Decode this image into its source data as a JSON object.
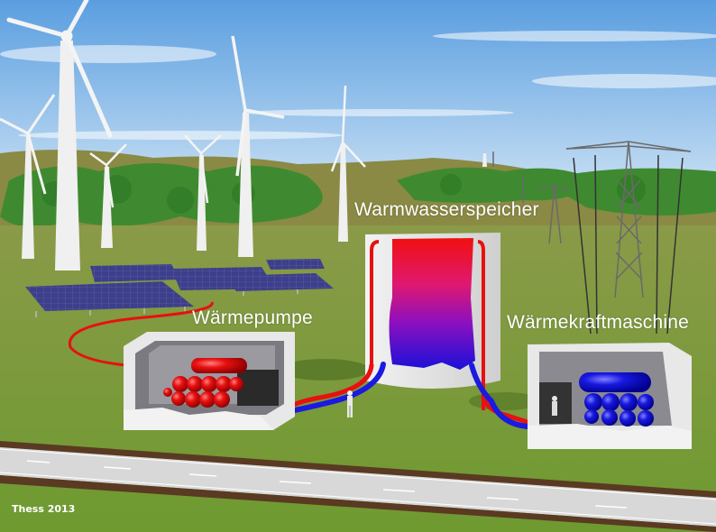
{
  "labels": {
    "storage": "Warmwasserspeicher",
    "heat_pump": "Wärmepumpe",
    "heat_engine": "Wärmekraftmaschine"
  },
  "credit": "Thess 2013",
  "colors": {
    "sky_top": "#5a9ee0",
    "sky_bottom": "#cfe4f6",
    "grass": "#7d9a3c",
    "hot": "#e8101a",
    "cold": "#1a1ae0",
    "concrete": "#e6e6e6",
    "solar": "#3d3f8a",
    "road": "#d4d4d4",
    "road_edge": "#5a3a22"
  },
  "objects": {
    "wind_turbines": 8,
    "solar_arrays": 4,
    "power_pylons": 4,
    "people": 2
  }
}
